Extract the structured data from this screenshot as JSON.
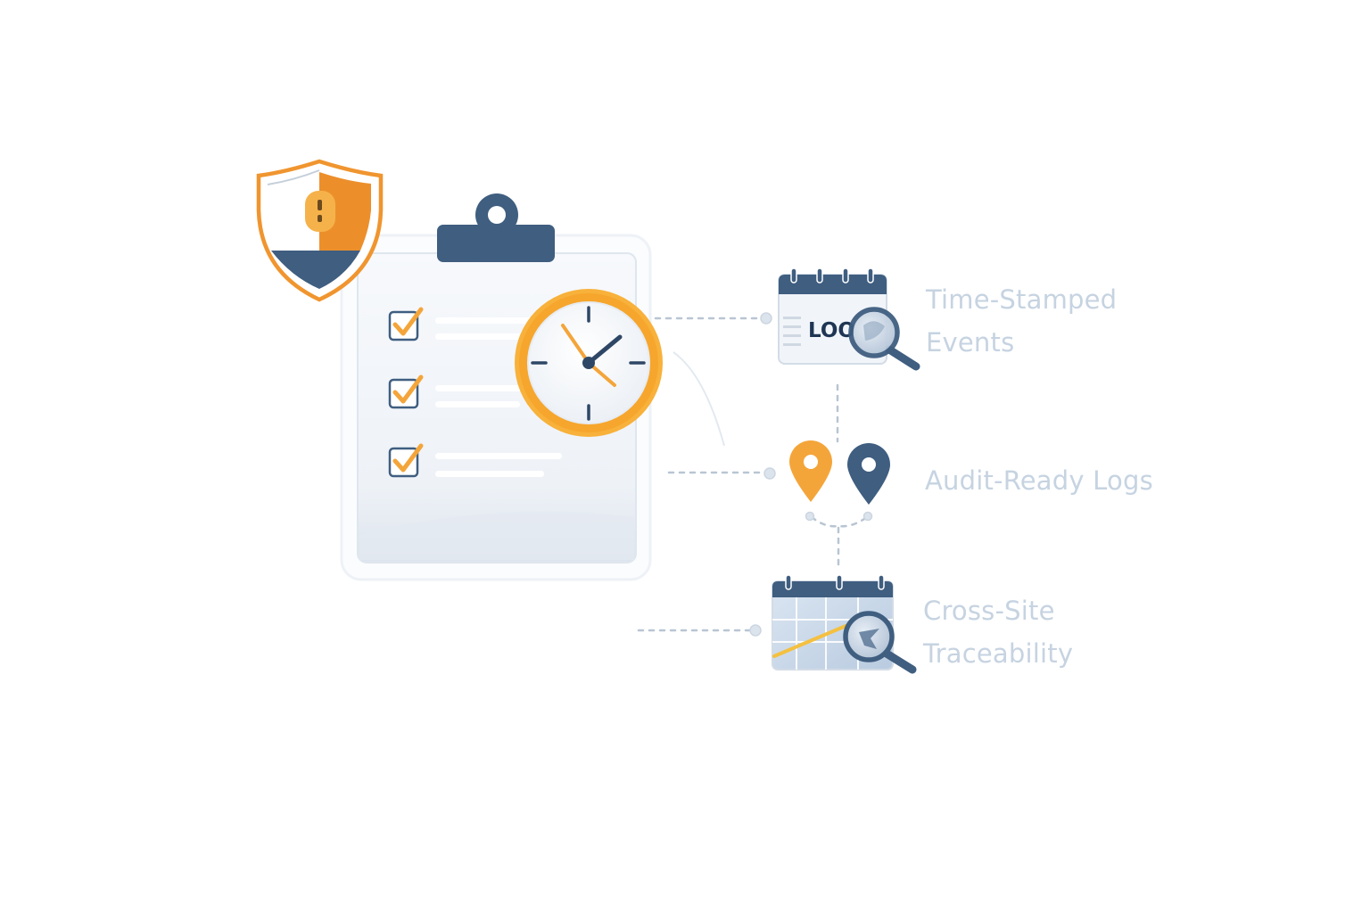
{
  "features": [
    {
      "icon": "log-calendar-search-icon",
      "lines": [
        "Time-Stamped",
        "Events"
      ]
    },
    {
      "icon": "location-pins-icon",
      "lines": [
        "Audit-Ready Logs"
      ]
    },
    {
      "icon": "map-calendar-search-icon",
      "lines": [
        "Cross-Site",
        "Traceability"
      ]
    }
  ],
  "log_card_text": "LOO",
  "colors": {
    "navy": "#3f5e80",
    "orange": "#f4a53a",
    "orange_dark": "#ec8f2b",
    "label": "#c6d3e1",
    "connector": "#b8c5d3"
  }
}
